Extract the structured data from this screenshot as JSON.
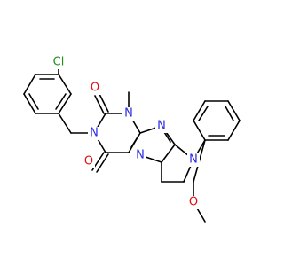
{
  "molecule": {
    "atoms": [
      {
        "id": "cl",
        "label": "Cl",
        "color": "#1d8f1d"
      },
      {
        "id": "o1",
        "label": "O",
        "color": "#e01010"
      },
      {
        "id": "o2",
        "label": "O",
        "color": "#e01010"
      },
      {
        "id": "n1",
        "label": "N",
        "color": "#2929e6"
      },
      {
        "id": "n2",
        "label": "N",
        "color": "#2929e6"
      },
      {
        "id": "n3",
        "label": "N",
        "color": "#2929e6"
      },
      {
        "id": "n4",
        "label": "N",
        "color": "#2929e6"
      },
      {
        "id": "n5",
        "label": "N",
        "color": "#2929e6"
      },
      {
        "id": "ome",
        "label": "O",
        "color": "#e01010"
      }
    ]
  }
}
